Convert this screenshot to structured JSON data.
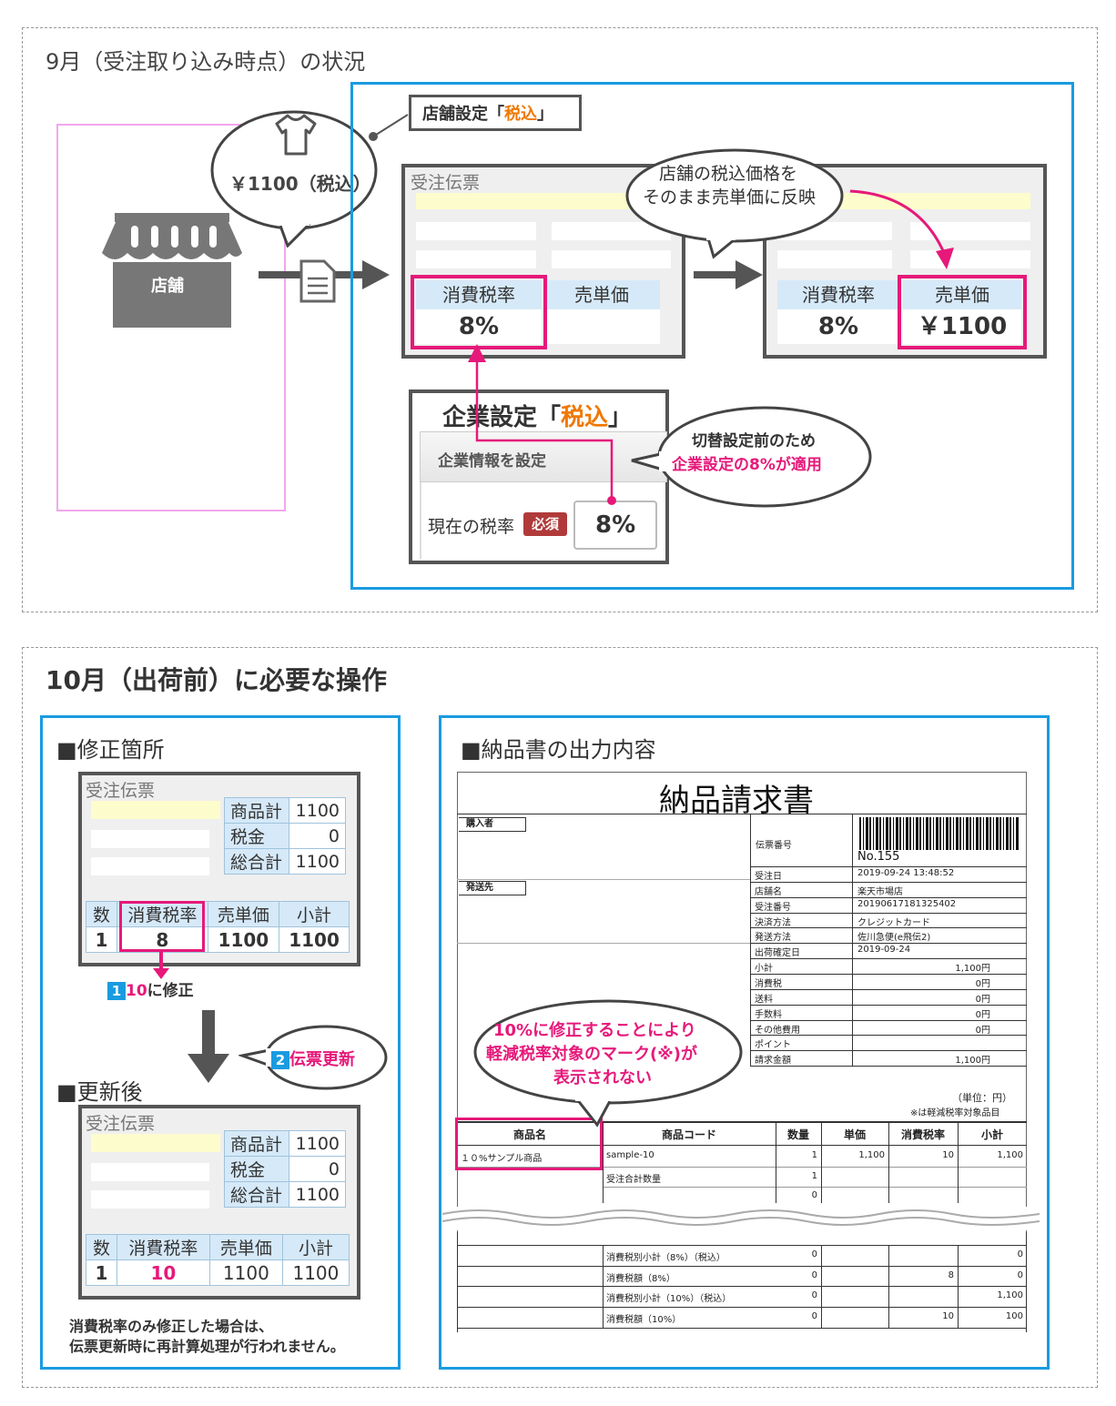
{
  "top": {
    "title": "9月（受注取り込み時点）の状況",
    "shop_label": "店舗",
    "price_bubble": "￥1100（税込）",
    "store_setting": {
      "prefix": "店舗設定「",
      "value": "税込",
      "suffix": "」"
    },
    "order_window_title": "受注伝票",
    "tax_rate_header": "消費税率",
    "unit_price_header": "売単価",
    "tax_rate_value": "8%",
    "unit_price_value": "￥1100",
    "reflect_bubble": [
      "店舗の税込価格を",
      "そのまま売単価に反映"
    ],
    "company_setting": {
      "prefix": "企業設定「",
      "value": "税込",
      "suffix": "」"
    },
    "company_panel_header": "企業情報を設定",
    "current_rate_label": "現在の税率",
    "required_badge": "必須",
    "current_rate_value": "8%",
    "switch_bubble": [
      "切替設定前のため",
      "企業設定の8%が適用"
    ]
  },
  "bottom": {
    "title": "10月（出荷前）に必要な操作",
    "fix_section": "■修正箇所",
    "after_section": "■更新後",
    "window_title": "受注伝票",
    "sum_table": [
      [
        "商品計",
        "1100"
      ],
      [
        "税金",
        "0"
      ],
      [
        "総合計",
        "1100"
      ]
    ],
    "line_headers": [
      "数",
      "消費税率",
      "売単価",
      "小計"
    ],
    "line_before": [
      "1",
      "8",
      "1100",
      "1100"
    ],
    "line_after": [
      "1",
      "10",
      "1100",
      "1100"
    ],
    "step1": {
      "num": "1",
      "value": "10",
      "text": "に修正"
    },
    "step2": {
      "num": "2",
      "text": "伝票更新"
    },
    "note": [
      "消費税率のみ修正した場合は、",
      "伝票更新時に再計算処理が行われません。"
    ],
    "invoice_section": "■納品書の出力内容",
    "invoice": {
      "title": "納品請求書",
      "buyer": "購入者",
      "ship_to": "発送先",
      "slip_no_label": "伝票番号",
      "slip_no": "No.155",
      "info": [
        [
          "受注日",
          "2019-09-24 13:48:52"
        ],
        [
          "店舗名",
          "楽天市場店"
        ],
        [
          "受注番号",
          "20190617181325402"
        ],
        [
          "決済方法",
          "クレジットカード"
        ],
        [
          "発送方法",
          "佐川急便(e飛伝2)"
        ],
        [
          "出荷確定日",
          "2019-09-24"
        ],
        [
          "小計",
          "1,100円"
        ],
        [
          "消費税",
          "0円"
        ],
        [
          "送料",
          "0円"
        ],
        [
          "手数料",
          "0円"
        ],
        [
          "その他費用",
          "0円"
        ],
        [
          "ポイント",
          ""
        ],
        [
          "請求金額",
          "1,100円"
        ]
      ],
      "unit_note": "（単位：円）",
      "reduced_note": "※は軽減税率対象品目",
      "headers": [
        "商品名",
        "商品コード",
        "数量",
        "単価",
        "消費税率",
        "小計"
      ],
      "row": [
        "１０%サンプル商品",
        "sample-10",
        "1",
        "1,100",
        "10",
        "1,100"
      ],
      "total_qty_label": "受注合計数量",
      "total_qty": "1",
      "zero": "0",
      "tax_rows": [
        [
          "消費税別小計（8%）（税込）",
          "0",
          "",
          "0"
        ],
        [
          "消費税額（8%）",
          "0",
          "8",
          "0"
        ],
        [
          "消費税別小計（10%）（税込）",
          "0",
          "",
          "1,100"
        ],
        [
          "消費税額（10%）",
          "0",
          "10",
          "100"
        ]
      ],
      "bubble": [
        "10%に修正することにより",
        "軽減税率対象のマーク(※)が",
        "表示されない"
      ]
    }
  },
  "colors": {
    "pink": "#e6197a",
    "orange": "#f07800",
    "blue": "#1a9be0",
    "header_bg": "#d6e9f8"
  }
}
